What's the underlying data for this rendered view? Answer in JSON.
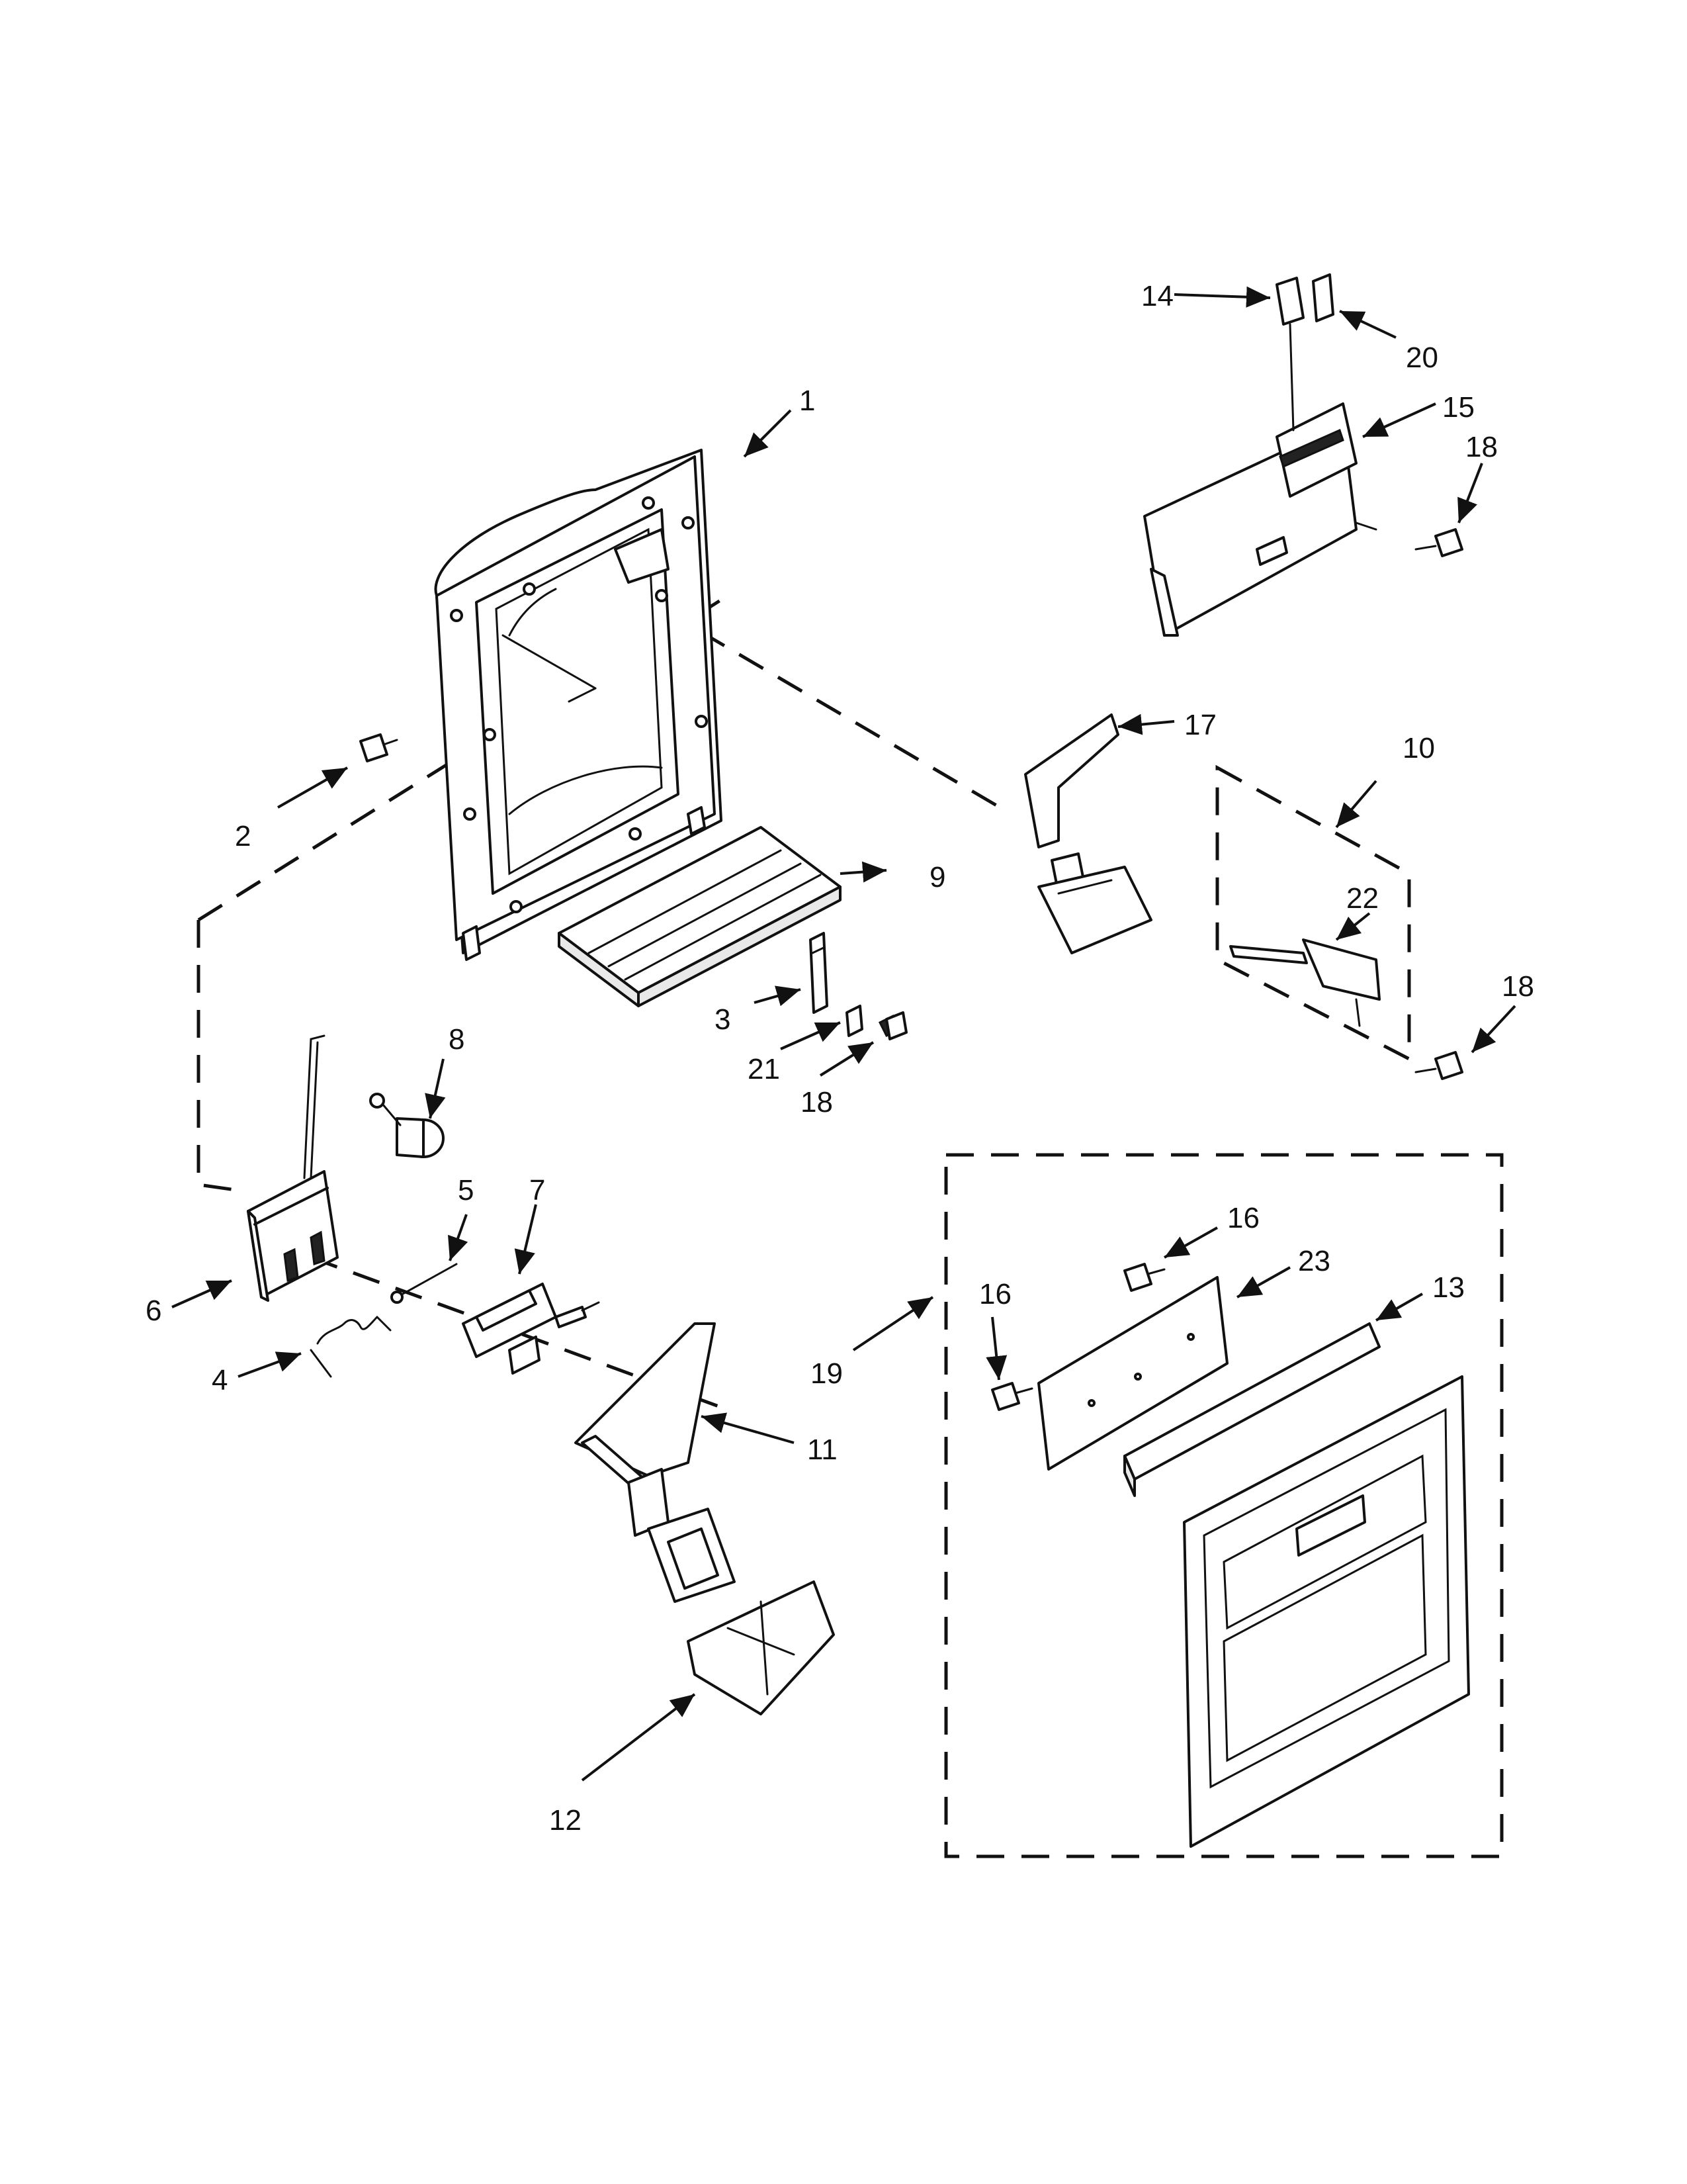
{
  "diagram": {
    "callouts": [
      {
        "id": "c1",
        "text": "1"
      },
      {
        "id": "c2",
        "text": "2"
      },
      {
        "id": "c3",
        "text": "3"
      },
      {
        "id": "c4",
        "text": "4"
      },
      {
        "id": "c5",
        "text": "5"
      },
      {
        "id": "c6",
        "text": "6"
      },
      {
        "id": "c7",
        "text": "7"
      },
      {
        "id": "c8",
        "text": "8"
      },
      {
        "id": "c9",
        "text": "9"
      },
      {
        "id": "c10",
        "text": "10"
      },
      {
        "id": "c11",
        "text": "11"
      },
      {
        "id": "c12",
        "text": "12"
      },
      {
        "id": "c13",
        "text": "13"
      },
      {
        "id": "c14",
        "text": "14"
      },
      {
        "id": "c15",
        "text": "15"
      },
      {
        "id": "c16a",
        "text": "16"
      },
      {
        "id": "c16b",
        "text": "16"
      },
      {
        "id": "c17",
        "text": "17"
      },
      {
        "id": "c18a",
        "text": "18"
      },
      {
        "id": "c18b",
        "text": "18"
      },
      {
        "id": "c18c",
        "text": "18"
      },
      {
        "id": "c19",
        "text": "19"
      },
      {
        "id": "c20",
        "text": "20"
      },
      {
        "id": "c21",
        "text": "21"
      },
      {
        "id": "c22",
        "text": "22"
      },
      {
        "id": "c23",
        "text": "23"
      }
    ]
  }
}
